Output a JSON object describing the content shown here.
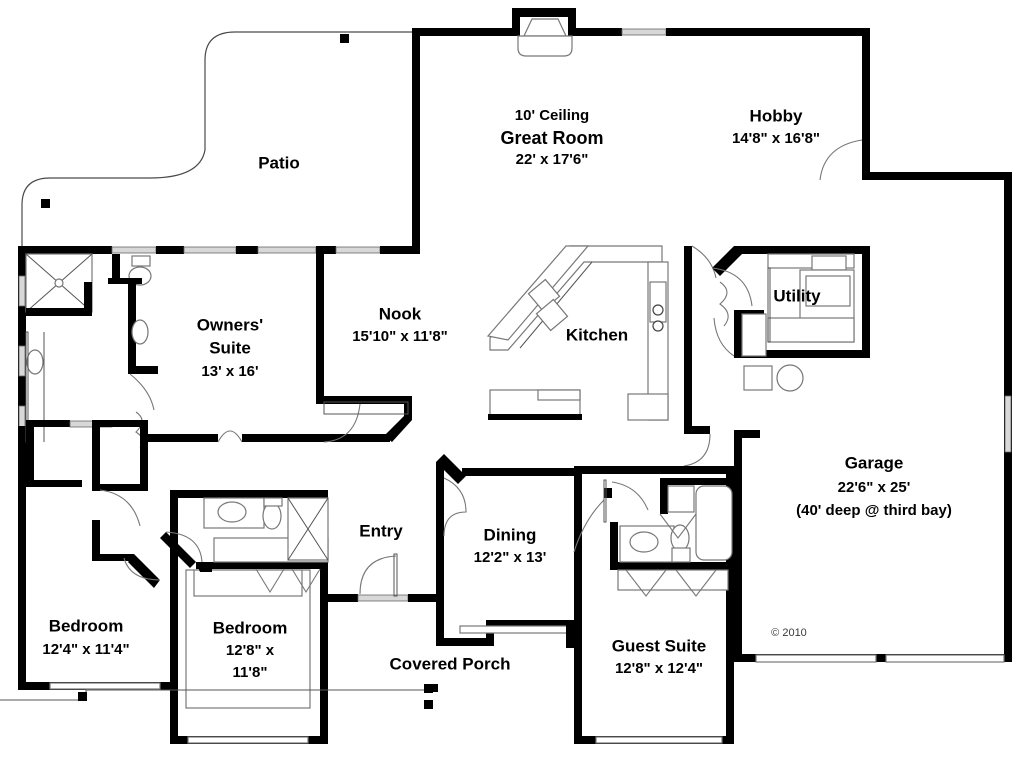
{
  "document": {
    "type": "residential-floor-plan",
    "copyright": "© 2010"
  },
  "rooms": {
    "patio": {
      "name": "Patio",
      "dims": ""
    },
    "great_room": {
      "name": "Great Room",
      "dims": "22' x 17'6\"",
      "note": "10' Ceiling"
    },
    "hobby": {
      "name": "Hobby",
      "dims": "14'8\" x 16'8\""
    },
    "owners_suite": {
      "name_line1": "Owners'",
      "name_line2": "Suite",
      "dims": "13' x 16'"
    },
    "nook": {
      "name": "Nook",
      "dims": "15'10\" x 11'8\""
    },
    "kitchen": {
      "name": "Kitchen",
      "dims": ""
    },
    "utility": {
      "name": "Utility",
      "dims": ""
    },
    "garage": {
      "name": "Garage",
      "dims": "22'6\" x 25'",
      "note": "(40' deep @ third bay)"
    },
    "entry": {
      "name": "Entry",
      "dims": ""
    },
    "dining": {
      "name": "Dining",
      "dims": "12'2\" x 13'"
    },
    "bedroom_left": {
      "name": "Bedroom",
      "dims": "12'4\" x 11'4\""
    },
    "bedroom_mid": {
      "name": "Bedroom",
      "dims_line1": "12'8\" x",
      "dims_line2": "11'8\""
    },
    "guest_suite": {
      "name": "Guest Suite",
      "dims": "12'8\" x 12'4\""
    },
    "covered_porch": {
      "name": "Covered Porch",
      "dims": ""
    }
  },
  "colors": {
    "wall": "#000000",
    "fixture_stroke": "#777777",
    "window_fill": "#d8d8d8",
    "background": "#ffffff",
    "text": "#000000"
  }
}
